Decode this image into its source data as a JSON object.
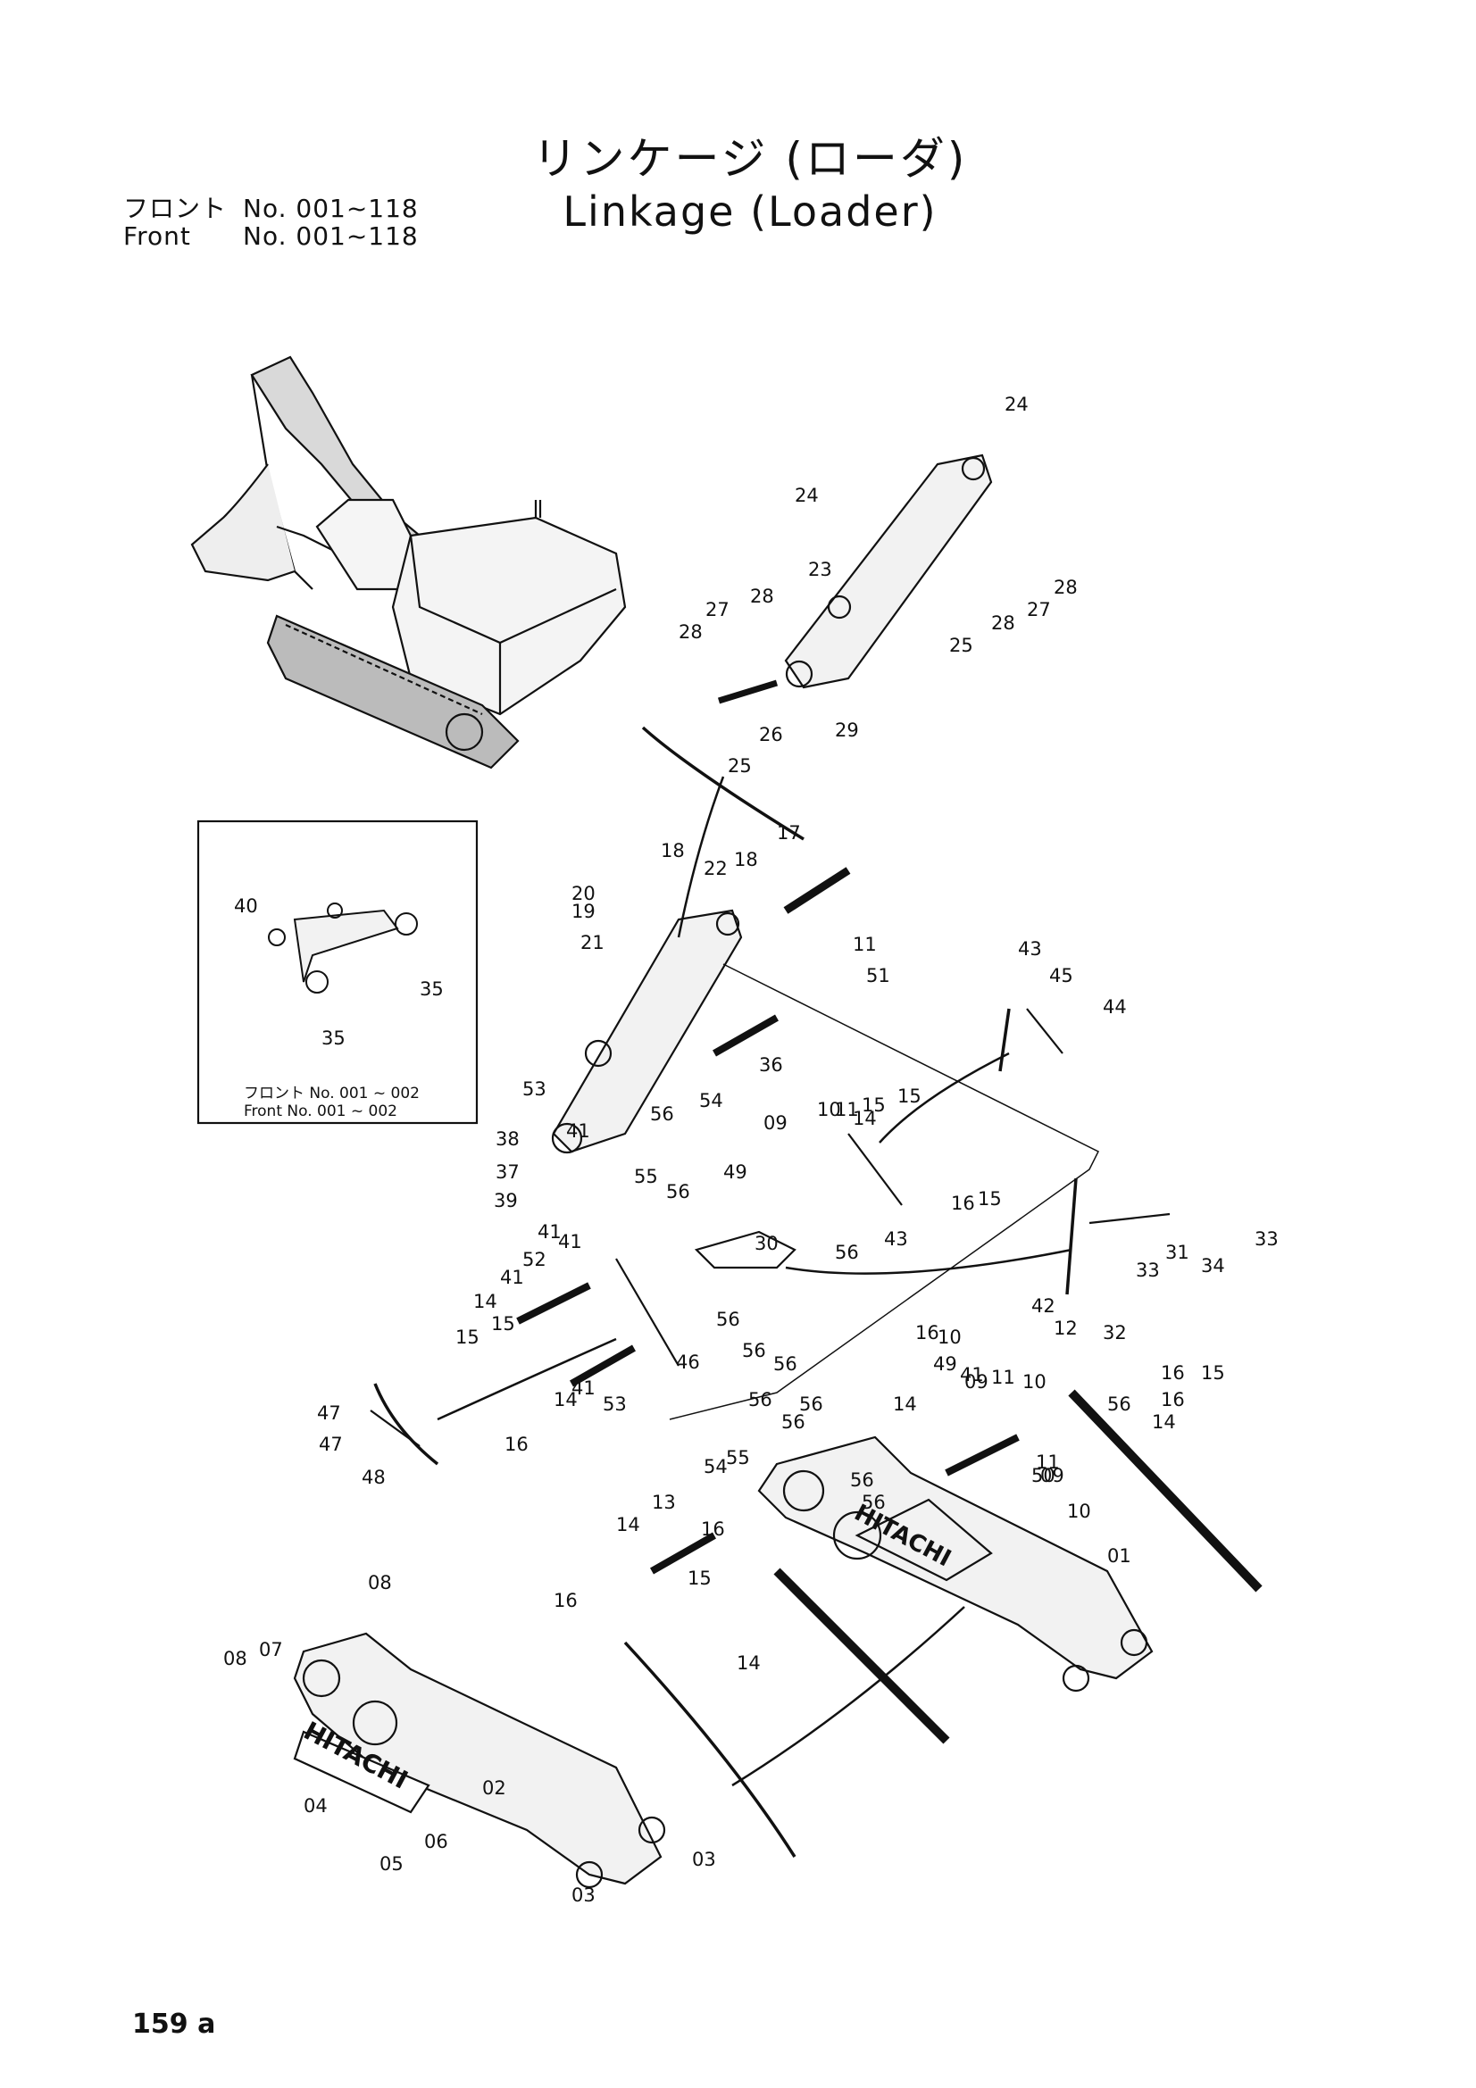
{
  "header": {
    "front_jp": "フロント",
    "front_en": "Front",
    "no_label": "No.",
    "serial_range": "001~118",
    "title_jp": "リンケージ (ローダ)",
    "title_en": "Linkage (Loader)"
  },
  "inset": {
    "front_line_jp": "フロント No. 001 ~ 002",
    "front_line_en": "Front No. 001 ~ 002",
    "labels": [
      "40",
      "35",
      "35"
    ]
  },
  "brand": "HITACHI",
  "page_number": "159 a",
  "part_labels": [
    "01",
    "02",
    "03",
    "03",
    "04",
    "05",
    "06",
    "07",
    "08",
    "08",
    "09",
    "09",
    "09",
    "10",
    "10",
    "10",
    "10",
    "11",
    "11",
    "11",
    "11",
    "12",
    "13",
    "14",
    "14",
    "14",
    "14",
    "14",
    "14",
    "14",
    "15",
    "15",
    "15",
    "15",
    "15",
    "15",
    "15",
    "16",
    "16",
    "16",
    "16",
    "16",
    "16",
    "16",
    "17",
    "18",
    "18",
    "19",
    "20",
    "21",
    "22",
    "23",
    "24",
    "24",
    "25",
    "25",
    "26",
    "27",
    "27",
    "28",
    "28",
    "28",
    "28",
    "29",
    "30",
    "31",
    "32",
    "33",
    "33",
    "34",
    "36",
    "37",
    "38",
    "39",
    "41",
    "41",
    "41",
    "41",
    "41",
    "41",
    "42",
    "43",
    "43",
    "44",
    "45",
    "46",
    "47",
    "47",
    "48",
    "49",
    "49",
    "50",
    "51",
    "52",
    "53",
    "53",
    "54",
    "54",
    "55",
    "55",
    "56",
    "56",
    "56",
    "56",
    "56",
    "56",
    "56",
    "56",
    "56",
    "56",
    "56",
    "56"
  ]
}
